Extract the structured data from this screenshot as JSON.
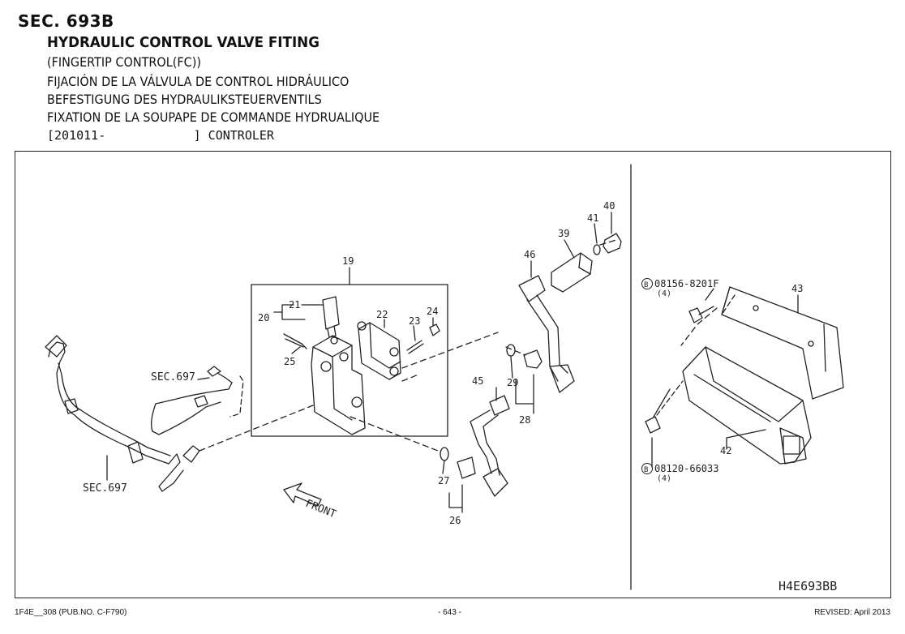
{
  "header": {
    "section": "SEC. 693B",
    "title": "HYDRAULIC CONTROL VALVE  FITING",
    "subtitle": "(FINGERTIP CONTROL(FC))",
    "title_es": "FIJACIÓN DE LA VÁLVULA DE CONTROL HIDRÁULICO",
    "title_de": "BEFESTIGUNG DES HYDRAULIKSTEUERVENTILS",
    "title_fr": "FIXATION DE LA SOUPAPE DE COMMANDE HYDRUALIQUE",
    "range_open": "[201011-",
    "range_close": "] CONTROLER"
  },
  "diagram": {
    "part_labels": [
      "19",
      "20",
      "21",
      "22",
      "23",
      "24",
      "25",
      "26",
      "27",
      "28",
      "29",
      "39",
      "40",
      "41",
      "42",
      "43",
      "45",
      "46"
    ],
    "ref_top": "SEC.697",
    "ref_bottom": "SEC.697",
    "front_label": "FRONT",
    "bolt_upper_code": "08156-8201F",
    "bolt_upper_qty": "(4)",
    "bolt_lower_code": "08120-66033",
    "bolt_lower_qty": "(4)",
    "bolt_marker": "B",
    "drawing_code": "H4E693BB"
  },
  "footer": {
    "left": "1F4E__308 (PUB.NO. C-F790)",
    "center": "- 643 -",
    "right": "REVISED: April 2013"
  }
}
